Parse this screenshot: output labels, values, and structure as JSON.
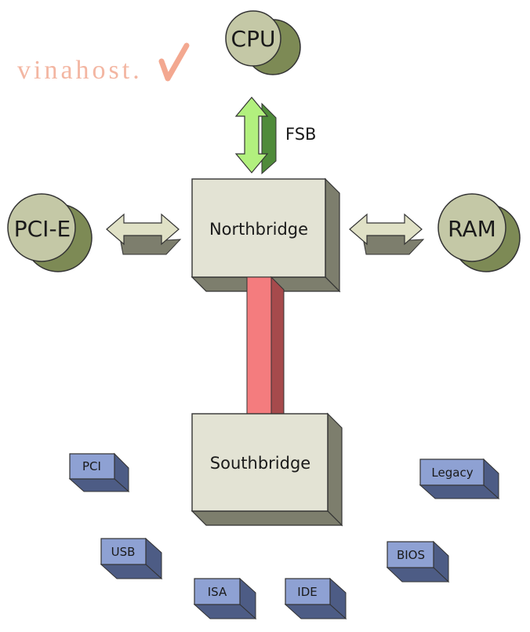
{
  "watermark": {
    "text": "vinahost.",
    "color": "#f0a890"
  },
  "nodes": {
    "cpu": "CPU",
    "fsb": "FSB",
    "northbridge": "Northbridge",
    "southbridge": "Southbridge",
    "pcie": "PCI-E",
    "ram": "RAM"
  },
  "peripherals": {
    "pci": "PCI",
    "usb": "USB",
    "isa": "ISA",
    "ide": "IDE",
    "bios": "BIOS",
    "legacy": "Legacy"
  },
  "colors": {
    "chip_face": "#e3e3d4",
    "chip_side": "#7d7e6d",
    "circle_face": "#c4c8a6",
    "circle_shadow": "#7d8a55",
    "bus_face": "#f47c7e",
    "bus_side": "#a64a4c",
    "fsb_arrow": "#b2f07e",
    "side_arrow": "#e0e1c6",
    "peripheral_face": "#8ea1d3",
    "peripheral_side": "#4d5c85"
  }
}
